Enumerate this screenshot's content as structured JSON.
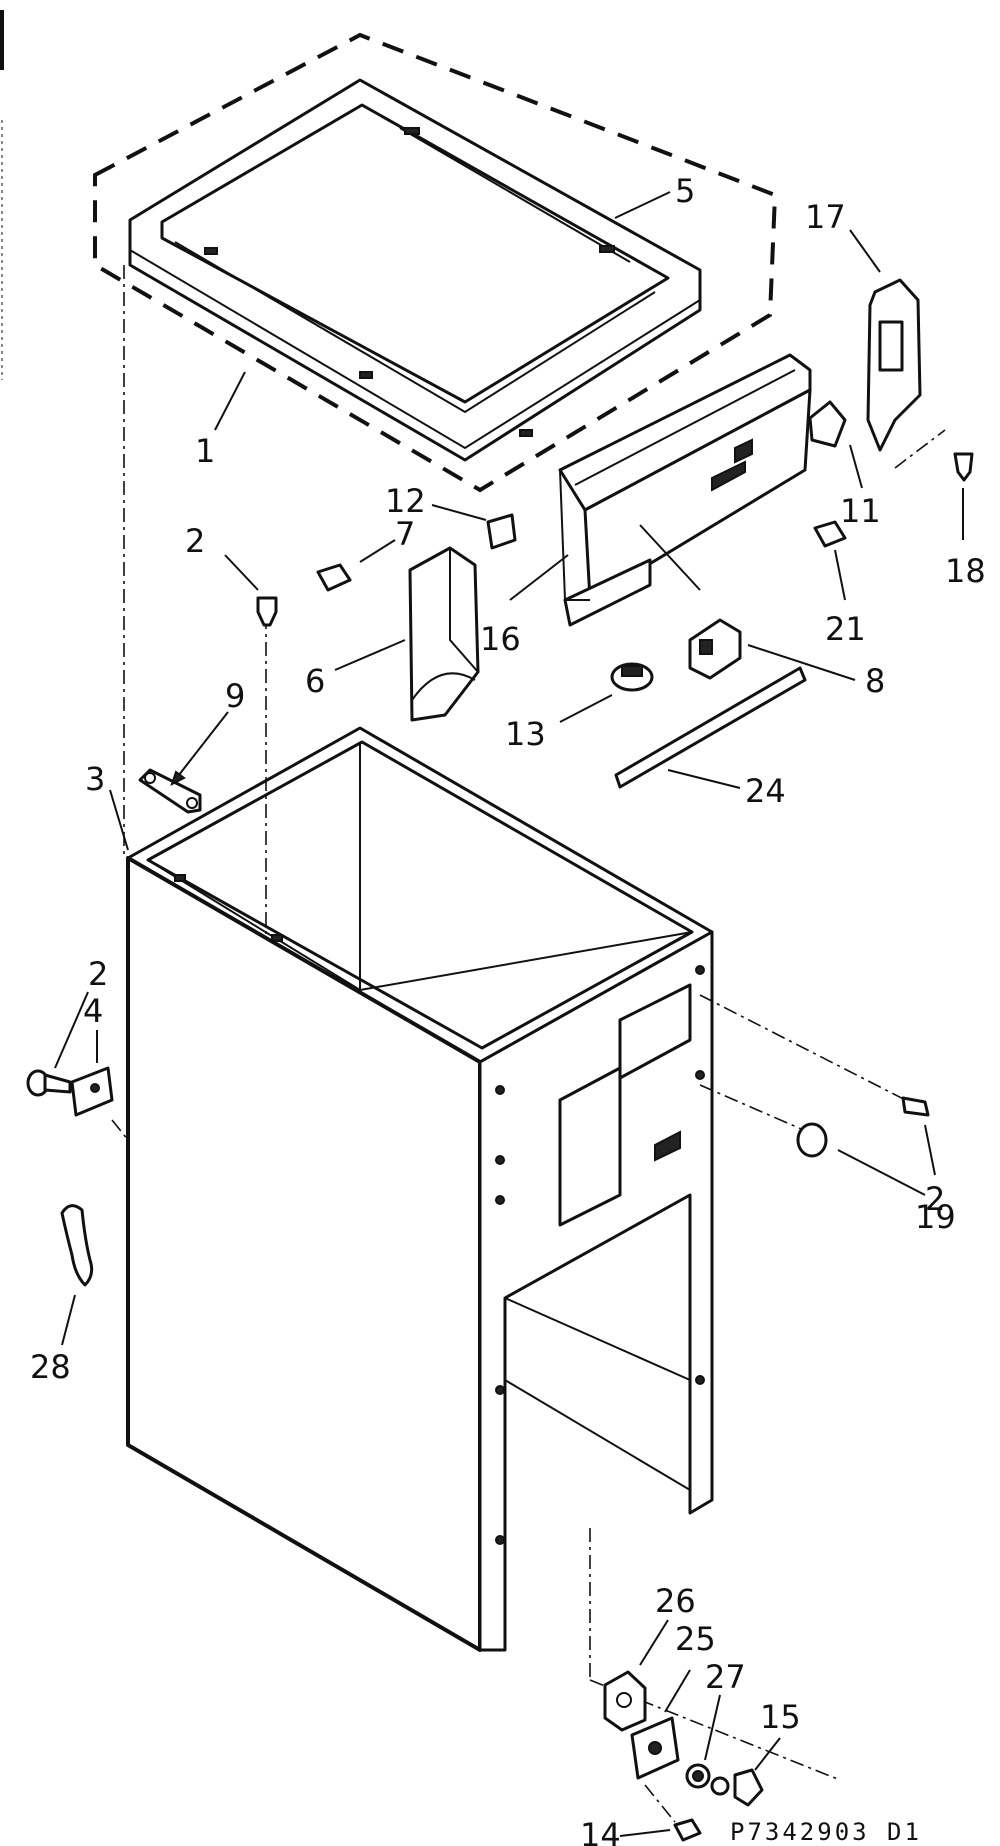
{
  "callouts": [
    {
      "id": "c1",
      "text": "1"
    },
    {
      "id": "c2a",
      "text": "2"
    },
    {
      "id": "c2b",
      "text": "2"
    },
    {
      "id": "c2c",
      "text": "2"
    },
    {
      "id": "c3",
      "text": "3"
    },
    {
      "id": "c4",
      "text": "4"
    },
    {
      "id": "c5",
      "text": "5"
    },
    {
      "id": "c6",
      "text": "6"
    },
    {
      "id": "c7",
      "text": "7"
    },
    {
      "id": "c8",
      "text": "8"
    },
    {
      "id": "c9",
      "text": "9"
    },
    {
      "id": "c11",
      "text": "11"
    },
    {
      "id": "c12",
      "text": "12"
    },
    {
      "id": "c13",
      "text": "13"
    },
    {
      "id": "c14",
      "text": "14"
    },
    {
      "id": "c15",
      "text": "15"
    },
    {
      "id": "c16",
      "text": "16"
    },
    {
      "id": "c17",
      "text": "17"
    },
    {
      "id": "c18",
      "text": "18"
    },
    {
      "id": "c19",
      "text": "19"
    },
    {
      "id": "c21",
      "text": "21"
    },
    {
      "id": "c24",
      "text": "24"
    },
    {
      "id": "c25",
      "text": "25"
    },
    {
      "id": "c26",
      "text": "26"
    },
    {
      "id": "c27",
      "text": "27"
    },
    {
      "id": "c28",
      "text": "28"
    }
  ],
  "drawing_code": "P7342903 D1"
}
